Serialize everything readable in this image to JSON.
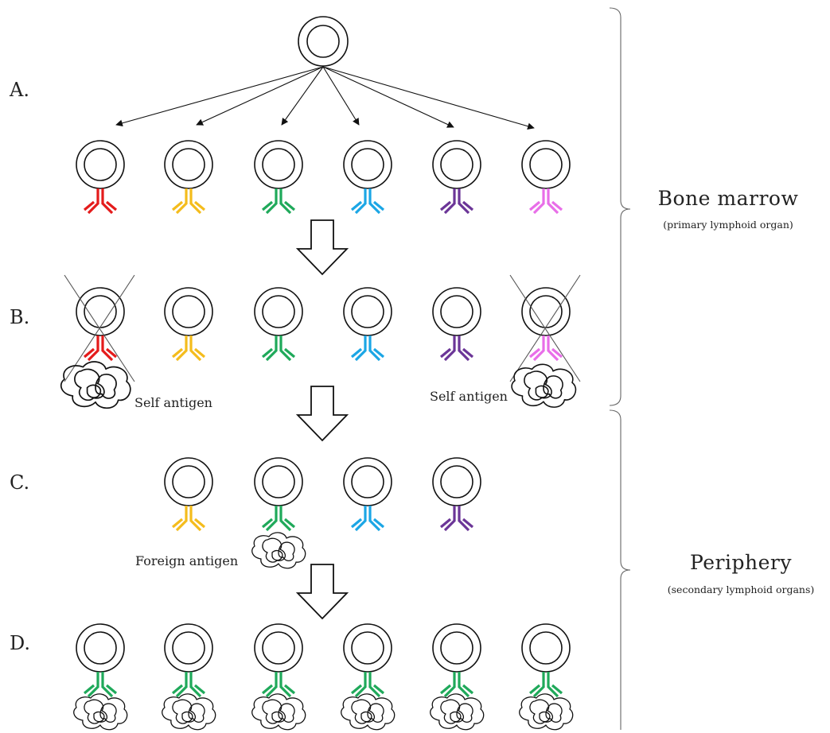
{
  "colors": {
    "red": "#e41b1b",
    "yellow": "#f4bc1c",
    "green": "#1fa95a",
    "blue": "#1ba6e5",
    "purple": "#6b3597",
    "pink": "#e86ee8",
    "outline": "#111111"
  },
  "rows": {
    "a": {
      "label": "A.",
      "cells": [
        "red",
        "yellow",
        "green",
        "blue",
        "purple",
        "pink"
      ]
    },
    "b": {
      "label": "B.",
      "cells": [
        "red",
        "yellow",
        "green",
        "blue",
        "purple",
        "pink"
      ],
      "deleted": [
        0,
        5
      ],
      "antigen_label_left": "Self antigen",
      "antigen_label_right": "Self antigen"
    },
    "c": {
      "label": "C.",
      "cells": [
        "yellow",
        "green",
        "blue",
        "purple"
      ],
      "antigen_label": "Foreign antigen"
    },
    "d": {
      "label": "D.",
      "cells": [
        "green",
        "green",
        "green",
        "green",
        "green",
        "green"
      ]
    }
  },
  "regions": {
    "bone_marrow": {
      "title": "Bone marrow",
      "subtitle": "(primary lymphoid organ)"
    },
    "periphery": {
      "title": "Periphery",
      "subtitle": "(secondary lymphoid organs)"
    }
  },
  "icons": {
    "progenitor": "progenitor-cell-icon",
    "cell": "b-cell-icon",
    "antibody": "antibody-receptor-icon",
    "antigen": "antigen-blob-icon",
    "flow": "down-arrow-icon",
    "deleted": "cross-out-icon"
  }
}
